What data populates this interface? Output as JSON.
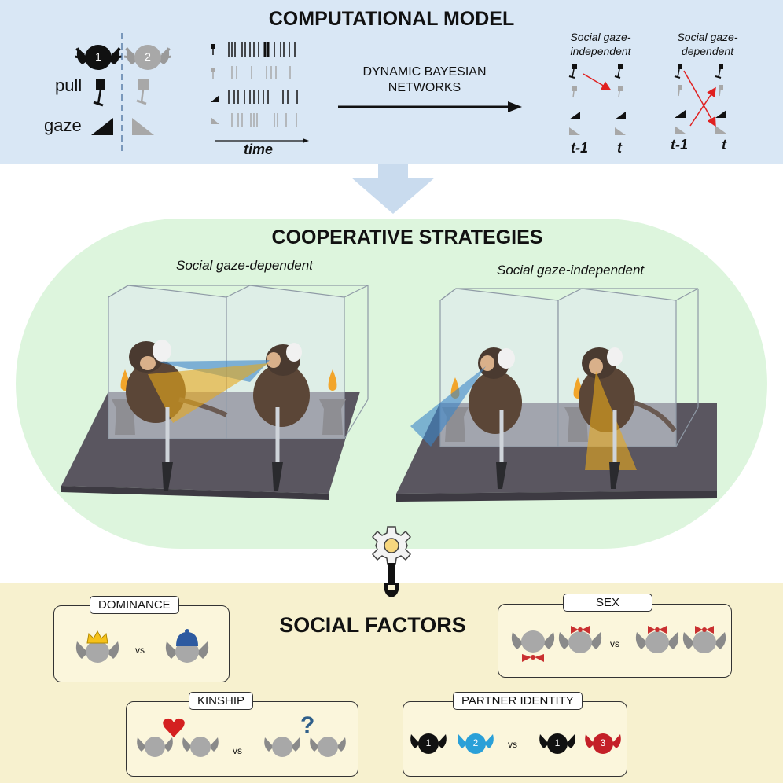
{
  "computational_model": {
    "title": "COMPUTATIONAL MODEL",
    "animal_1": "1",
    "animal_2": "2",
    "pull_label": "pull",
    "gaze_label": "gaze",
    "time_label": "time",
    "method_label": "DYNAMIC BAYESIAN NETWORKS",
    "network_independent": {
      "title": "Social gaze-independent",
      "t_prev": "t-1",
      "t_now": "t"
    },
    "network_dependent": {
      "title": "Social gaze-dependent",
      "t_prev": "t-1",
      "t_now": "t"
    }
  },
  "cooperative_strategies": {
    "title": "COOPERATIVE STRATEGIES",
    "left_label": "Social gaze-dependent",
    "right_label": "Social gaze-independent"
  },
  "social_factors": {
    "title": "SOCIAL FACTORS",
    "dominance": {
      "label": "DOMINANCE",
      "vs": "vs"
    },
    "sex": {
      "label": "SEX",
      "vs": "vs"
    },
    "kinship": {
      "label": "KINSHIP",
      "vs": "vs",
      "unknown_mark": "?"
    },
    "partner_identity": {
      "label": "PARTNER IDENTITY",
      "vs": "vs",
      "ids": [
        "1",
        "2",
        "1",
        "3"
      ]
    }
  },
  "colors": {
    "top_band": "#d9e7f5",
    "strategy_band": "#ddf5dd",
    "factor_band": "#f7f1cf",
    "gaze_blue": "#3a86c8",
    "gaze_yellow": "#e8a81a",
    "arrow_red": "#e02020",
    "partner_blue": "#2aa0d8",
    "partner_red": "#c42028",
    "table": "#5a5660"
  },
  "icons": [
    "monkey-head-icon",
    "lever-icon",
    "gaze-triangle-icon",
    "crown-icon",
    "beanie-hat-icon",
    "bow-tie-icon",
    "heart-icon",
    "gear-icon",
    "wrench-icon",
    "down-arrow-icon"
  ]
}
